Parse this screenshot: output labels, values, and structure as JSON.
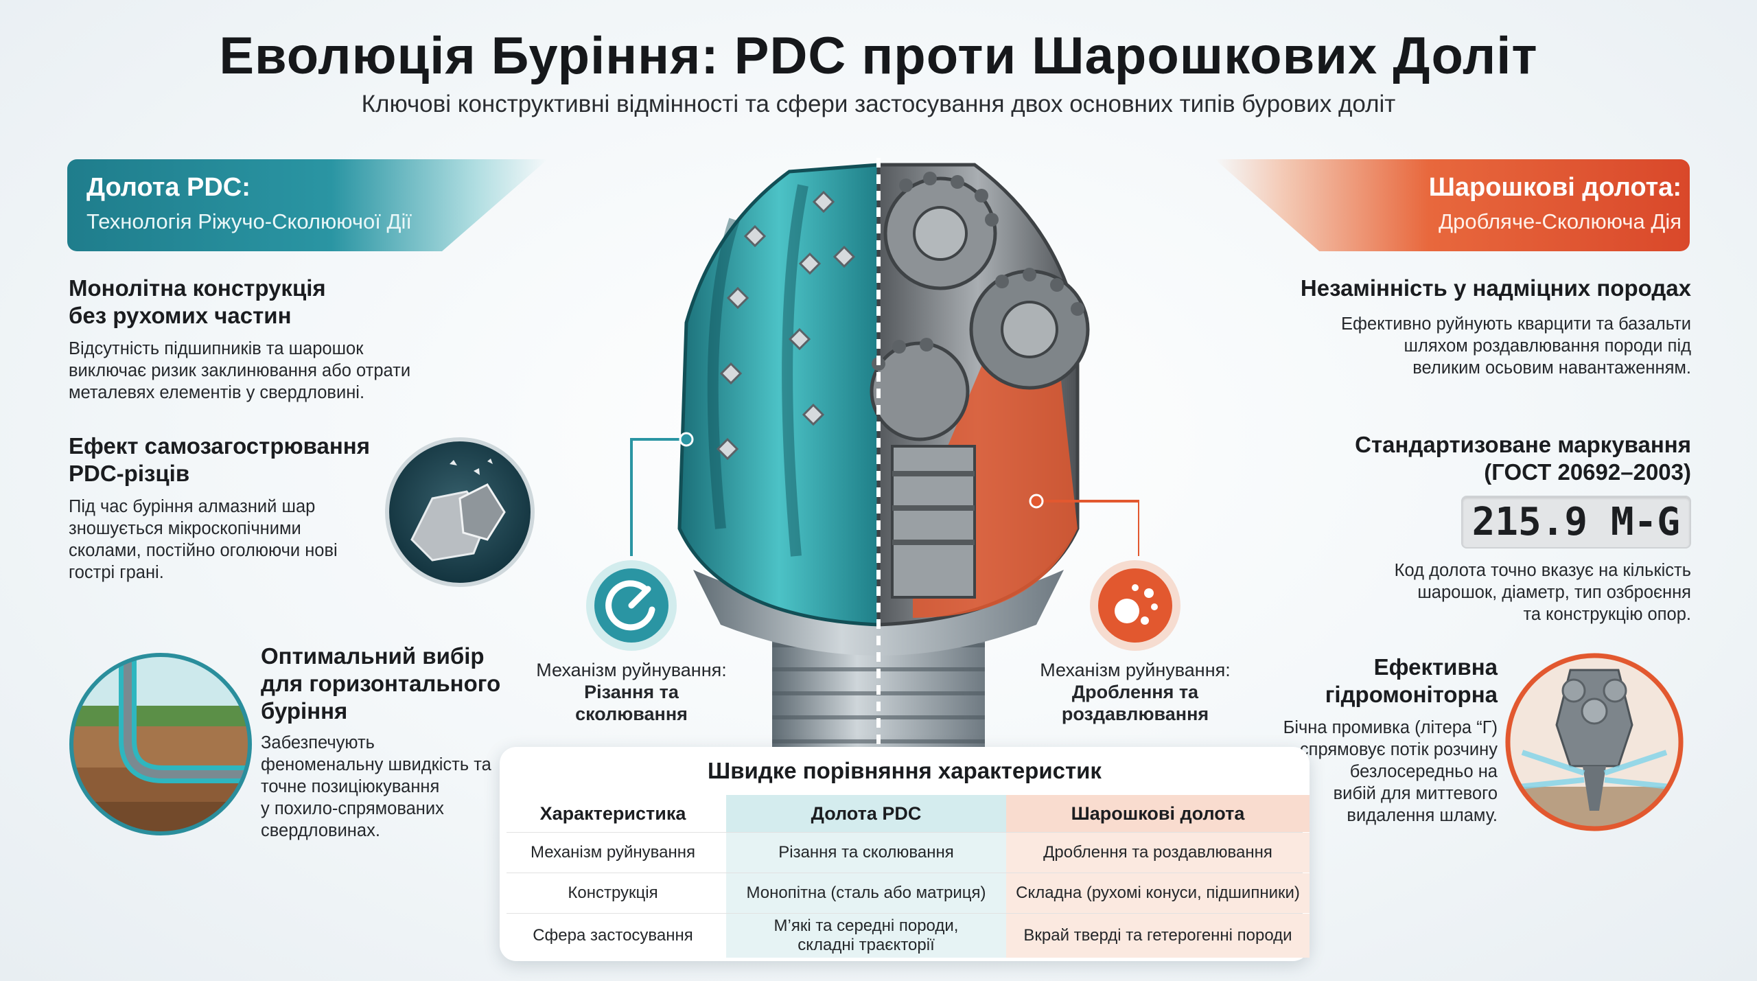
{
  "header": {
    "title": "Еволюція Буріння: PDC проти Шарошкових Доліт",
    "subtitle": "Ключові конструктивні відмінності та сфери застосування двох основних типів бурових доліт"
  },
  "left_banner": {
    "title": "Долота PDC:",
    "subtitle": "Технологія Ріжучо-Сколюючої Дії"
  },
  "right_banner": {
    "title": "Шарошкові долота:",
    "subtitle": "Дробляче-Сколююча Дія"
  },
  "left_features": [
    {
      "heading": "Монолітна конструкція\nбез рухомих частин",
      "text": "Відсутність підшипників та шарошок\nвиключає ризик заклинювання або отрати\nметалевях елементів у свердловині."
    },
    {
      "heading": "Ефект самозагострювання\nPDC-різців",
      "text": "Під час буріння алмазний шар\nзношується мікроскопічними\nсколами, постійно оголюючи нові\nгострі грані."
    },
    {
      "heading": "Оптимальний вибір\nдля горизонтального\nбуріння",
      "text": "Забезпечують\nфеноменальну швидкість та\nточне позиціюкування\nу похило-спрямованих\nсвердловинах."
    }
  ],
  "right_features": [
    {
      "heading": "Незамінність у надміцних породах",
      "text": "Ефективно руйнують кварцити та базальти\nшляхом роздавлювання породи під\nвеликим осьовим навантаженням."
    },
    {
      "heading": "Стандартизоване маркування\n(ГОСТ 20692–2003)",
      "code": "215.9 M-G",
      "text": "Код долота точно вказує на кількість\nшарошок, діаметр, тип озброєння\nта конструкцію опор."
    },
    {
      "heading": "Ефективна\nгідромоніторна",
      "text": "Бічна промивка (літера “Г)\nспрямовує потік розчину\nбезлосередньо на\nвибій для миттевого\nвидалення шламу."
    }
  ],
  "mechanisms": {
    "pdc": {
      "label": "Механізм руйнування:",
      "value": "Різання та\nсколювання"
    },
    "roller": {
      "label": "Механізм руйнування:",
      "value": "Дроблення та\nроздавлювання"
    }
  },
  "comparison": {
    "title": "Швидке порівняння характеристик",
    "columns": [
      "Характеристика",
      "Долота PDC",
      "Шарошкові долота"
    ],
    "rows": [
      [
        "Механізм руйнування",
        "Різання та сколювання",
        "Дроблення та роздавлювання"
      ],
      [
        "Конструкція",
        "Монопітна (сталь або матриця)",
        "Складна (рухомі конуси, підшипники)"
      ],
      [
        "Сфера застосування",
        "М’які та середні породи,\nскладні траєкторії",
        "Вкрай тверді та гетерогенні породи"
      ]
    ]
  },
  "colors": {
    "pdc_accent": "#2a95a3",
    "roller_accent": "#e2582f"
  }
}
